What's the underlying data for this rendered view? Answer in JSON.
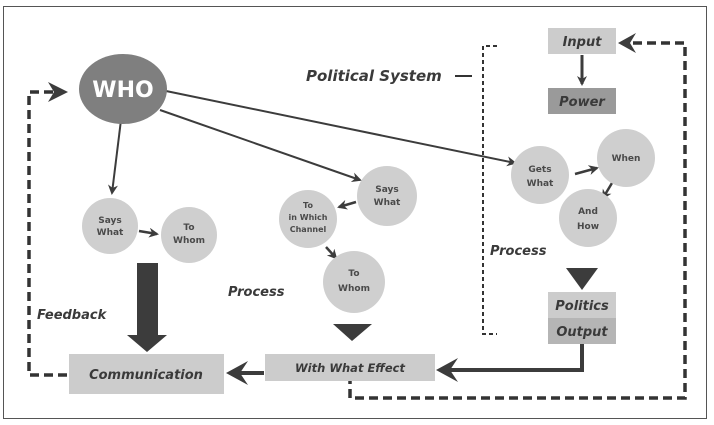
{
  "diagram": {
    "title": "Political System",
    "nodes": {
      "who": "WHO",
      "says_what_left": [
        "Says",
        "What"
      ],
      "to_whom_left": [
        "To",
        "Whom"
      ],
      "says_what_mid": [
        "Says",
        "What"
      ],
      "channel": [
        "To",
        "in Which",
        "Channel"
      ],
      "to_whom_mid": [
        "To",
        "Whom"
      ],
      "gets_what": [
        "Gets",
        "What"
      ],
      "when": "When",
      "and_how": [
        "And",
        "How"
      ],
      "input": "Input",
      "power": "Power",
      "politics": "Politics",
      "output": "Output",
      "communication": "Communication",
      "with_what_effect": "With What Effect"
    },
    "labels": {
      "political_system": "Political System",
      "process_mid": "Process",
      "process_right": "Process",
      "feedback": "Feedback"
    },
    "colors": {
      "who_fill": "#7f7f7f",
      "circle_fill": "#cfcfcf",
      "box_fill": "#cccccc",
      "power_fill": "#9a9a9a",
      "output_fill": "#b5b5b5",
      "arrow": "#3c3c3c"
    }
  }
}
